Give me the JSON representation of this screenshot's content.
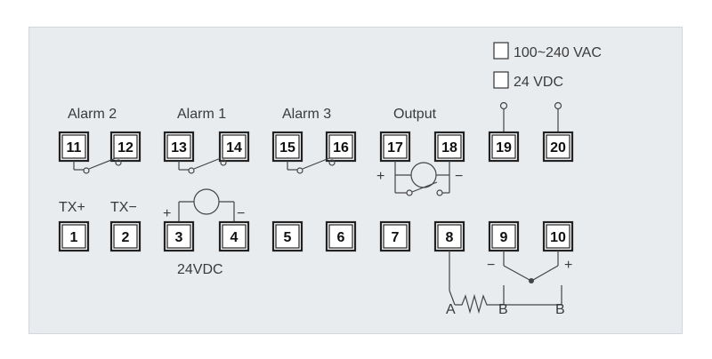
{
  "power": {
    "ac_label": "100~240 VAC",
    "dc_label": "24 VDC"
  },
  "labels": {
    "alarm2": "Alarm 2",
    "alarm1": "Alarm 1",
    "alarm3": "Alarm 3",
    "output": "Output",
    "tx_plus": "TX+",
    "tx_minus": "TX−",
    "supply_24vdc": "24VDC",
    "rtd_a": "A",
    "rtd_b1": "B",
    "rtd_b2": "B",
    "plus_sign": "+",
    "minus_sign": "−"
  },
  "terminals": {
    "top": [
      "11",
      "12",
      "13",
      "14",
      "15",
      "16",
      "17",
      "18",
      "19",
      "20"
    ],
    "bottom": [
      "1",
      "2",
      "3",
      "4",
      "5",
      "6",
      "7",
      "8",
      "9",
      "10"
    ]
  }
}
